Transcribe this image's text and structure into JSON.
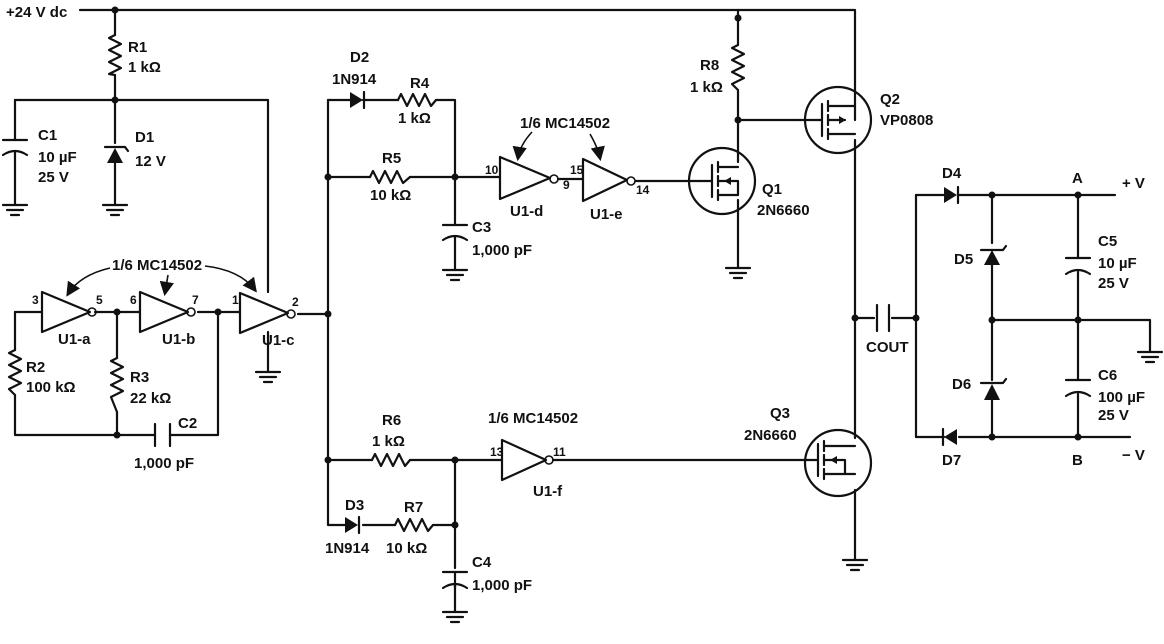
{
  "rails": {
    "positive_supply": "+24 V dc",
    "out_pos": "+ V",
    "out_neg": "− V",
    "node_a": "A",
    "node_b": "B"
  },
  "ic_label": "1/6 MC14502",
  "components": {
    "R1": {
      "ref": "R1",
      "value": "1 kΩ"
    },
    "C1": {
      "ref": "C1",
      "value": "10 µF",
      "rating": "25 V"
    },
    "D1": {
      "ref": "D1",
      "value": "12 V"
    },
    "R2": {
      "ref": "R2",
      "value": "100 kΩ"
    },
    "R3": {
      "ref": "R3",
      "value": "22 kΩ"
    },
    "C2": {
      "ref": "C2",
      "value": "1,000 pF"
    },
    "D2": {
      "ref": "D2",
      "value": "1N914"
    },
    "R4": {
      "ref": "R4",
      "value": "1 kΩ"
    },
    "R5": {
      "ref": "R5",
      "value": "10 kΩ"
    },
    "C3": {
      "ref": "C3",
      "value": "1,000 pF"
    },
    "R6": {
      "ref": "R6",
      "value": "1 kΩ"
    },
    "D3": {
      "ref": "D3",
      "value": "1N914"
    },
    "R7": {
      "ref": "R7",
      "value": "10 kΩ"
    },
    "C4": {
      "ref": "C4",
      "value": "1,000 pF"
    },
    "R8": {
      "ref": "R8",
      "value": "1 kΩ"
    },
    "Q1": {
      "ref": "Q1",
      "value": "2N6660"
    },
    "Q2": {
      "ref": "Q2",
      "value": "VP0808"
    },
    "Q3": {
      "ref": "Q3",
      "value": "2N6660"
    },
    "COUT": {
      "ref": "COUT"
    },
    "D4": {
      "ref": "D4"
    },
    "D5": {
      "ref": "D5"
    },
    "D6": {
      "ref": "D6"
    },
    "D7": {
      "ref": "D7"
    },
    "C5": {
      "ref": "C5",
      "value": "10 µF",
      "rating": "25 V"
    },
    "C6": {
      "ref": "C6",
      "value": "100 µF",
      "rating": "25 V"
    }
  },
  "gates": {
    "Ua": {
      "ref": "U1-a",
      "in": "3",
      "out": "5"
    },
    "Ub": {
      "ref": "U1-b",
      "in": "6",
      "out": "7"
    },
    "Uc": {
      "ref": "U1-c",
      "in": "1",
      "out": "2"
    },
    "Ud": {
      "ref": "U1-d",
      "in": "10",
      "out": "9"
    },
    "Ue": {
      "ref": "U1-e",
      "in": "15",
      "out": "14"
    },
    "Uf": {
      "ref": "U1-f",
      "in": "13",
      "out": "11"
    }
  }
}
